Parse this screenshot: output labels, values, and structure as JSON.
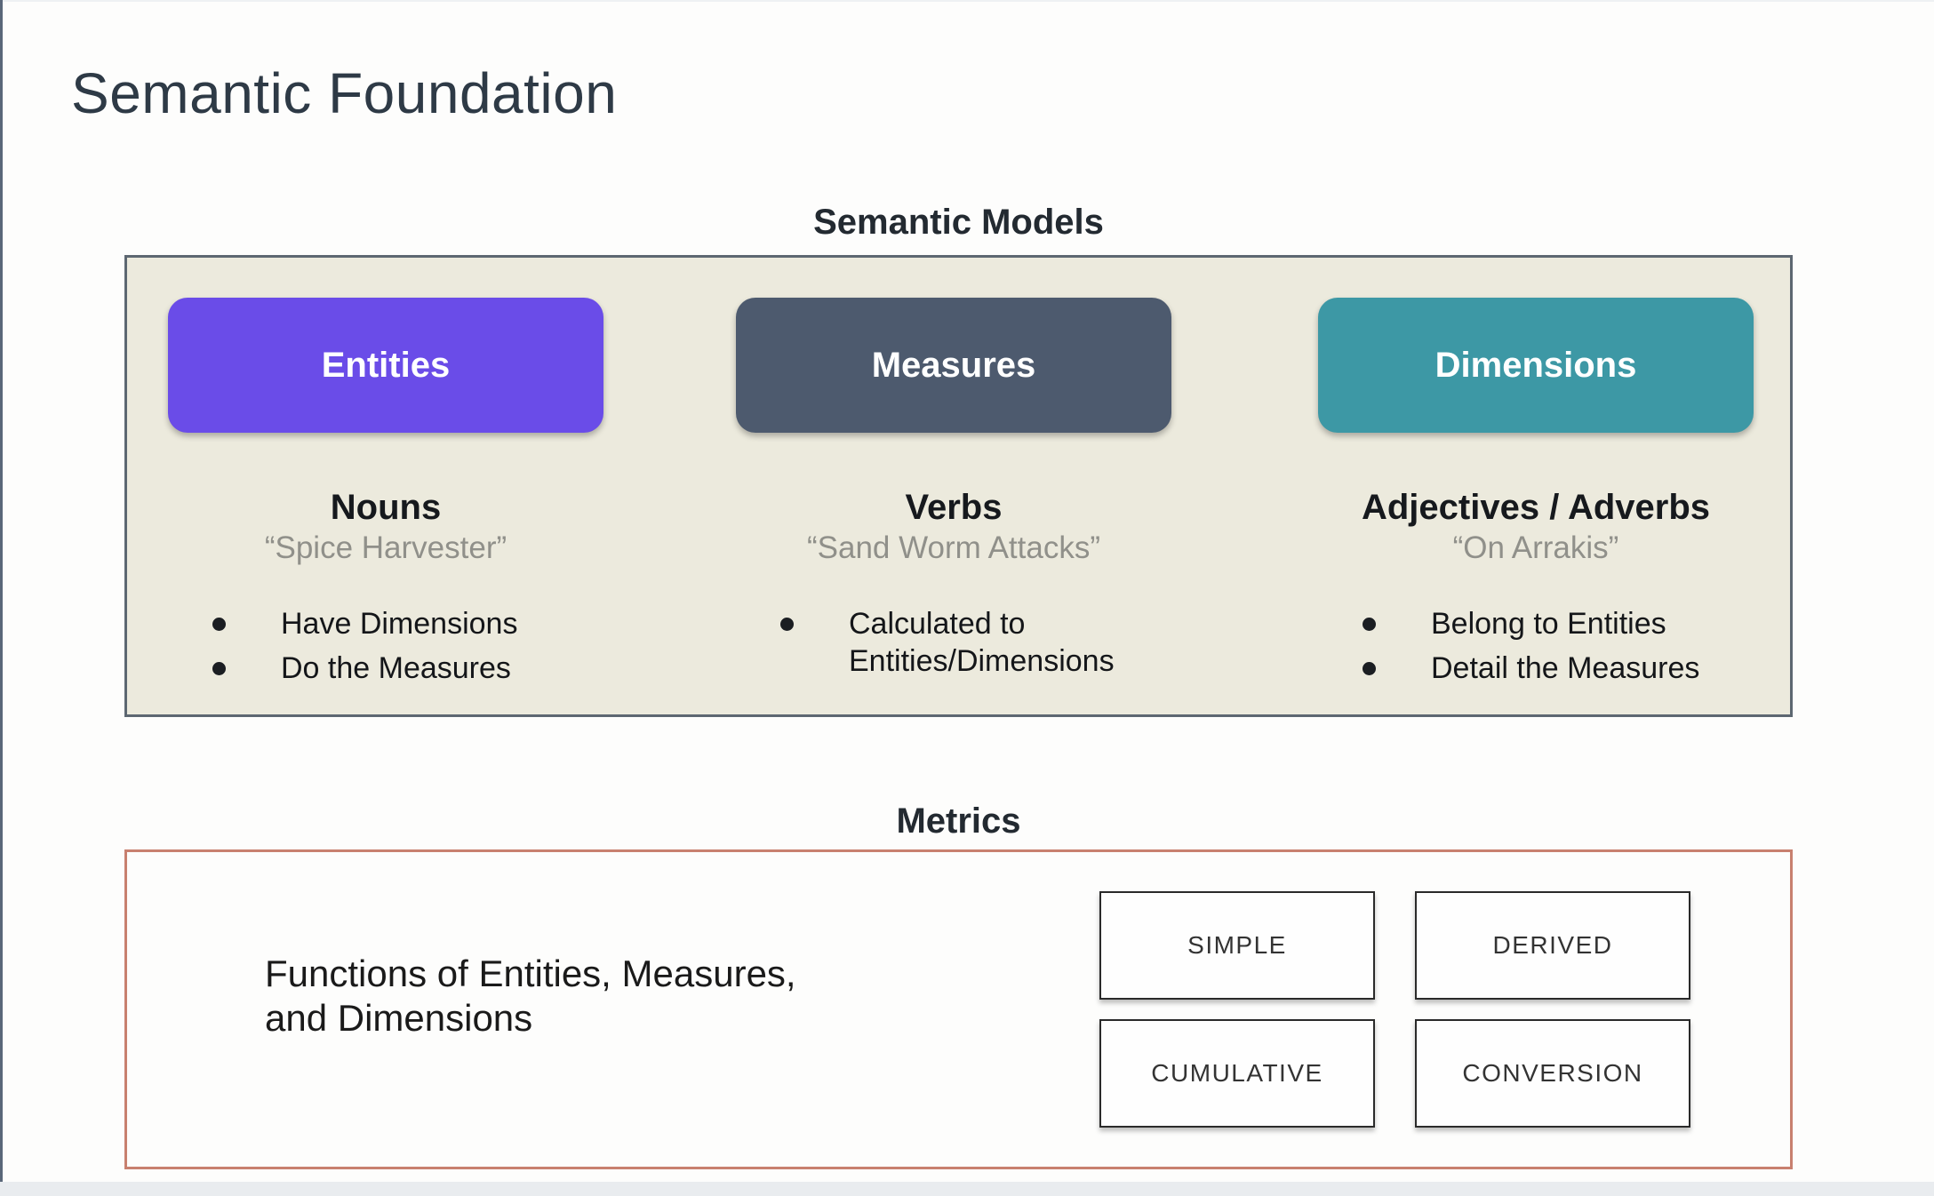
{
  "slide": {
    "title": "Semantic Foundation"
  },
  "colors": {
    "entities": "#6a4ce8",
    "measures": "#4d5a6e",
    "dimensions": "#3d98a5",
    "models_box_bg": "#eceadd",
    "models_box_border": "#5d6771",
    "metrics_box_border": "#c8806f"
  },
  "semantic_models": {
    "heading": "Semantic Models",
    "columns": [
      {
        "button_label": "Entities",
        "part_of_speech": "Nouns",
        "example": "“Spice Harvester”",
        "bullets": [
          "Have Dimensions",
          "Do the Measures"
        ]
      },
      {
        "button_label": "Measures",
        "part_of_speech": "Verbs",
        "example": "“Sand Worm Attacks”",
        "bullets": [
          "Calculated to Entities/Dimensions"
        ]
      },
      {
        "button_label": "Dimensions",
        "part_of_speech": "Adjectives / Adverbs",
        "example": "“On Arrakis”",
        "bullets": [
          "Belong to Entities",
          "Detail the Measures"
        ]
      }
    ]
  },
  "metrics": {
    "heading": "Metrics",
    "description_line1": "Functions of Entities, Measures,",
    "description_line2": "and Dimensions",
    "types": [
      "SIMPLE",
      "DERIVED",
      "CUMULATIVE",
      "CONVERSION"
    ]
  }
}
